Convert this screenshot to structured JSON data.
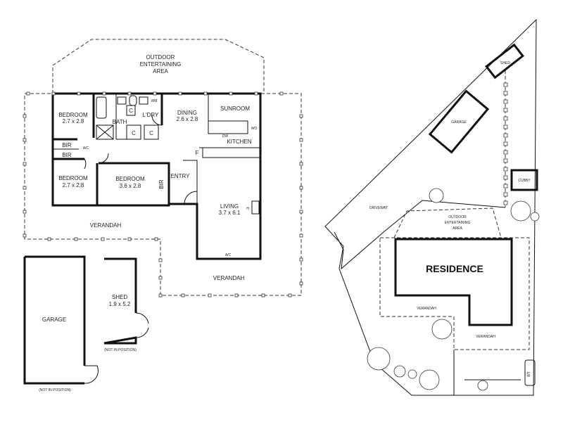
{
  "floor_plan": {
    "outdoor_entertaining": [
      "OUTDOOR",
      "ENTERTAINING",
      "AREA"
    ],
    "rooms": {
      "bedroom1": {
        "name": "BEDROOM",
        "size": "2.7 x 2.8"
      },
      "bath": "BATH",
      "laundry": "L'DRY",
      "wm": "WM",
      "dining": {
        "name": "DINING",
        "size": "2.6 x 2.8"
      },
      "sunroom": "SUNROOM",
      "wo": "WO",
      "dw": "DW",
      "kitchen": "KITCHEN",
      "bir1": "BIR",
      "bir2": "BIR",
      "bir3": "BIR",
      "ac1": "A/C",
      "ac2": "A/C",
      "fridge": "F",
      "bedroom2": {
        "name": "BEDROOM",
        "size": "2.7 x 2.8"
      },
      "bedroom3": {
        "name": "BEDROOM",
        "size": "3.6 x 2.8"
      },
      "entry": "ENTRY",
      "living": {
        "name": "LIVING",
        "size": "3.7 x 6.1"
      },
      "heater": "H",
      "cupboard_c1": "C",
      "cupboard_c2": "C",
      "cupboard_c3": "C"
    },
    "verandah_left": "VERANDAH",
    "verandah_bottom": "VERANDAH",
    "garage": "GARAGE",
    "garage_note": "(NOT IN POSITION)",
    "shed": {
      "name": "SHED",
      "size": "1.9 x 5.2"
    },
    "shed_note": "(NOT IN POSITION)"
  },
  "site_plan": {
    "shed": "SHED",
    "garage": "GARAGE",
    "cubby": "CUBBY",
    "driveway": "DRIVEWAY",
    "outdoor_entertaining": [
      "OUTDOOR",
      "ENTERTAINING",
      "AREA"
    ],
    "residence": "RESIDENCE",
    "verandah_1": "VERANDAH",
    "verandah_2": "VERANDAH",
    "wt": "WT"
  }
}
